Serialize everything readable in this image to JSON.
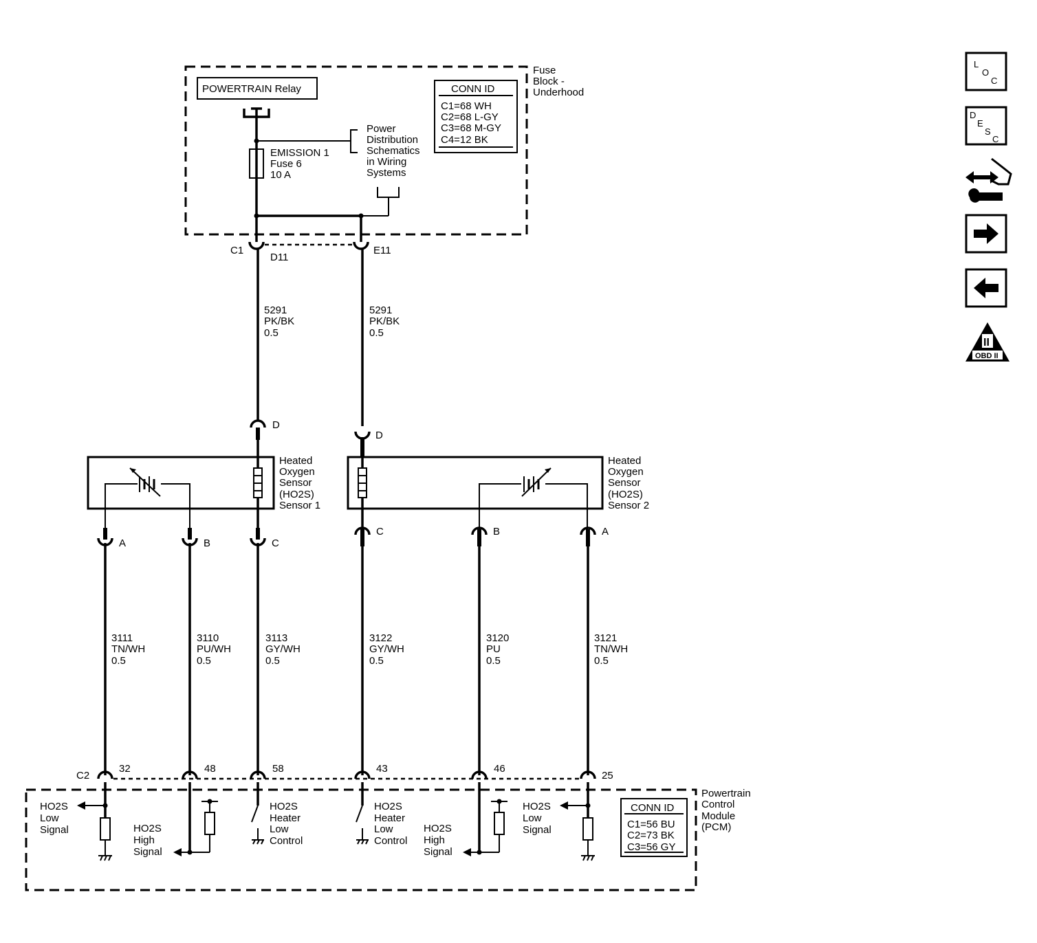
{
  "fuse_block": {
    "label": [
      "Fuse",
      "Block -",
      "Underhood"
    ]
  },
  "relay": {
    "label": "POWERTRAIN Relay"
  },
  "fuse": {
    "label": [
      "EMISSION 1",
      "Fuse 6",
      "10 A"
    ]
  },
  "power_dist": {
    "label": [
      "Power",
      "Distribution",
      "Schematics",
      "in Wiring",
      "Systems"
    ]
  },
  "conn_fuse": {
    "title": "CONN ID",
    "rows": [
      "C1=68 WH",
      "C2=68 L-GY",
      "C3=68 M-GY",
      "C4=12 BK"
    ]
  },
  "fuse_conn": {
    "c1": "C1",
    "d11": "D11",
    "e11": "E11"
  },
  "feed_wire_1": [
    "5291",
    "PK/BK",
    "0.5"
  ],
  "feed_wire_2": [
    "5291",
    "PK/BK",
    "0.5"
  ],
  "sensor1": {
    "label": [
      "Heated",
      "Oxygen",
      "Sensor",
      "(HO2S)",
      "Sensor 1"
    ],
    "pins": {
      "d": "D",
      "a": "A",
      "b": "B",
      "c": "C"
    }
  },
  "sensor2": {
    "label": [
      "Heated",
      "Oxygen",
      "Sensor",
      "(HO2S)",
      "Sensor 2"
    ],
    "pins": {
      "d": "D",
      "a": "A",
      "b": "B",
      "c": "C"
    }
  },
  "wires": {
    "w3111": [
      "3111",
      "TN/WH",
      "0.5"
    ],
    "w3110": [
      "3110",
      "PU/WH",
      "0.5"
    ],
    "w3113": [
      "3113",
      "GY/WH",
      "0.5"
    ],
    "w3122": [
      "3122",
      "GY/WH",
      "0.5"
    ],
    "w3120": [
      "3120",
      "PU",
      "0.5"
    ],
    "w3121": [
      "3121",
      "TN/WH",
      "0.5"
    ]
  },
  "pcm_pins": {
    "conn": "C2",
    "p32": "32",
    "p48": "48",
    "p58": "58",
    "p43": "43",
    "p46": "46",
    "p25": "25"
  },
  "pcm": {
    "label": [
      "Powertrain",
      "Control",
      "Module",
      "(PCM)"
    ]
  },
  "pcm_signals": {
    "s1_low": [
      "HO2S",
      "Low",
      "Signal"
    ],
    "s1_high": [
      "HO2S",
      "High",
      "Signal"
    ],
    "s1_heater": [
      "HO2S",
      "Heater",
      "Low",
      "Control"
    ],
    "s2_heater": [
      "HO2S",
      "Heater",
      "Low",
      "Control"
    ],
    "s2_high": [
      "HO2S",
      "High",
      "Signal"
    ],
    "s2_low": [
      "HO2S",
      "Low",
      "Signal"
    ]
  },
  "conn_pcm": {
    "title": "CONN ID",
    "rows": [
      "C1=56 BU",
      "C2=73 BK",
      "C3=56 GY"
    ]
  },
  "nav": {
    "loc": [
      "L",
      "O",
      "C"
    ],
    "desc": [
      "D",
      "E",
      "S",
      "C"
    ],
    "obd": "OBD II",
    "obd_mark": "II",
    "icons": [
      "loc-icon",
      "desc-icon",
      "connector-tool-icon",
      "next-arrow-icon",
      "back-arrow-icon",
      "obd-ii-icon"
    ]
  }
}
